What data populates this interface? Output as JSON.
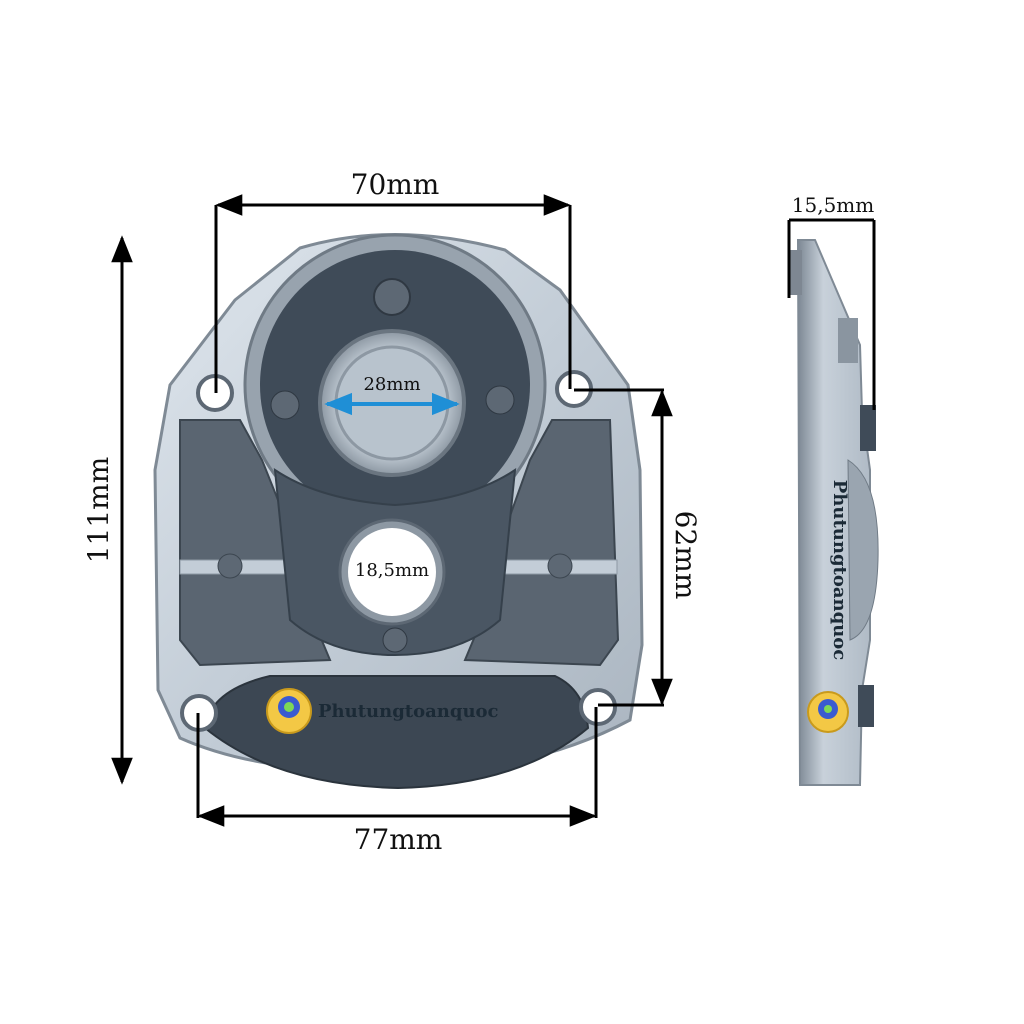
{
  "dimensions": {
    "width_top": "70mm",
    "height_total": "111mm",
    "hole_spacing": "62mm",
    "width_bottom": "77mm",
    "bore_large": "28mm",
    "bore_small": "18,5mm",
    "thickness": "15,5mm"
  },
  "branding": {
    "name_front": "Phutungtoanquoc",
    "name_side": "Phutungtoanquoc"
  },
  "colors": {
    "metal": "#c9d3dc",
    "metal_dark": "#8e99a4",
    "cavity": "#3f4b58",
    "recess": "#5d6874",
    "cover": "#3c4753",
    "arrow": "#1f8fd6",
    "line": "#000000"
  }
}
